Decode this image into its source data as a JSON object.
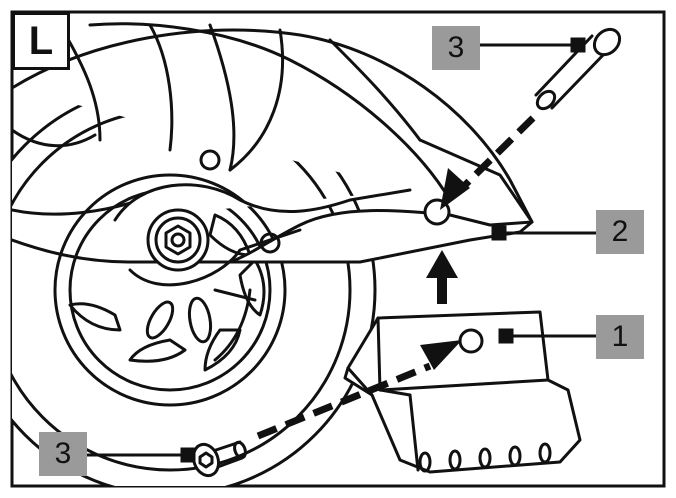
{
  "figure": {
    "panel_label": "L",
    "callouts": [
      {
        "id": "part-3-top",
        "number": "3"
      },
      {
        "id": "part-2",
        "number": "2"
      },
      {
        "id": "part-1",
        "number": "1"
      },
      {
        "id": "part-3-bottom",
        "number": "3"
      }
    ]
  },
  "colors": {
    "line": "#111111",
    "callout_fill": "#9a9a9a",
    "background": "#ffffff"
  }
}
